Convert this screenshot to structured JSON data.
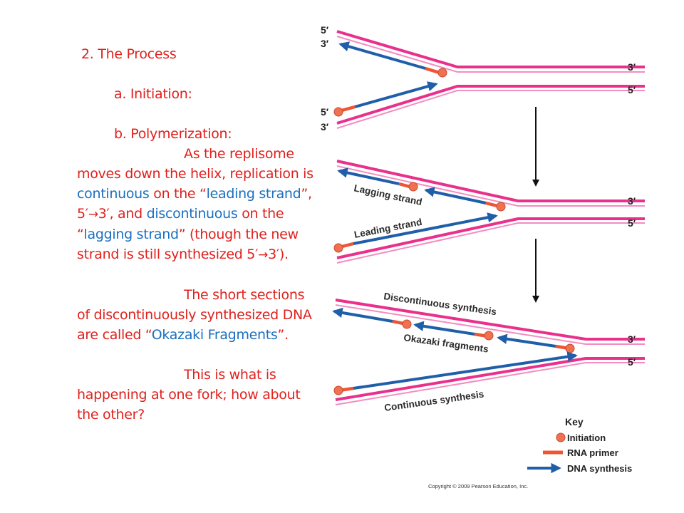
{
  "text": {
    "heading": "2. The Process",
    "initiation": "a. Initiation:",
    "polymerization": "b. Polymerization:",
    "para1": {
      "t1": "As the replisome moves down the helix, replication is ",
      "h1": "continuous",
      "t2": " on the “",
      "h2": "leading strand",
      "t3": "”, 5′",
      "arrow1": "→",
      "t4": "3′, and ",
      "h3": "discontinuous",
      "t5": " on the “",
      "h4": "lagging strand",
      "t6": "” (though the new strand is still synthesized 5′",
      "arrow2": "→",
      "t7": "3′)."
    },
    "para2": {
      "t1": "The short sections of discontinuously synthesized DNA are called “",
      "h1": "Okazaki Fragments",
      "t2": "”."
    },
    "para3": "This is what is happening at one fork; how about the other?"
  },
  "diagram": {
    "ends": {
      "five_prime": "5′",
      "three_prime": "3′"
    },
    "stage2": {
      "lagging_label": "Lagging strand",
      "leading_label": "Leading strand"
    },
    "stage3": {
      "discontinuous_label": "Discontinuous synthesis",
      "okazaki_label": "Okazaki fragments",
      "continuous_label": "Continuous synthesis"
    },
    "key": {
      "title": "Key",
      "initiation": "Initiation",
      "rna_primer": "RNA primer",
      "dna_synthesis": "DNA synthesis"
    },
    "copyright": "Copyright © 2009 Pearson Education, Inc."
  },
  "colors": {
    "text_red": "#e0201c",
    "highlight_blue": "#1a6fc0",
    "parental_strand": "#e8308c",
    "new_strand": "#1f5ea8",
    "primer": "#ee5533",
    "initiation": "#f07050"
  }
}
